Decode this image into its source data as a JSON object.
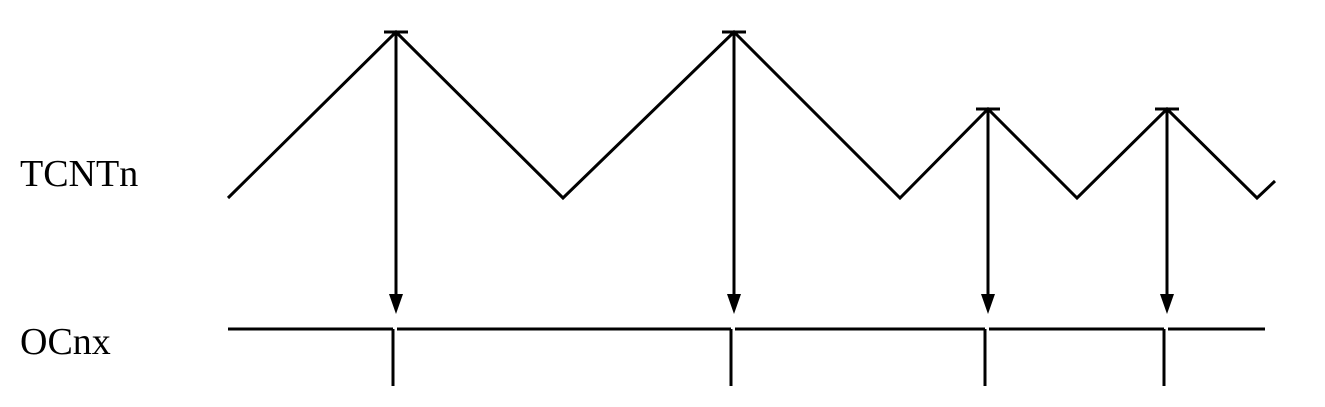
{
  "labels": {
    "counter_signal": "TCNTn",
    "output_signal": "OCnx"
  },
  "colors": {
    "stroke": "#000000",
    "background": "#ffffff"
  },
  "diagram": {
    "type": "timing-diagram",
    "counter_waveform": "triangle",
    "events": [
      {
        "peak": "high"
      },
      {
        "peak": "high"
      },
      {
        "peak": "low"
      },
      {
        "peak": "low"
      }
    ]
  }
}
